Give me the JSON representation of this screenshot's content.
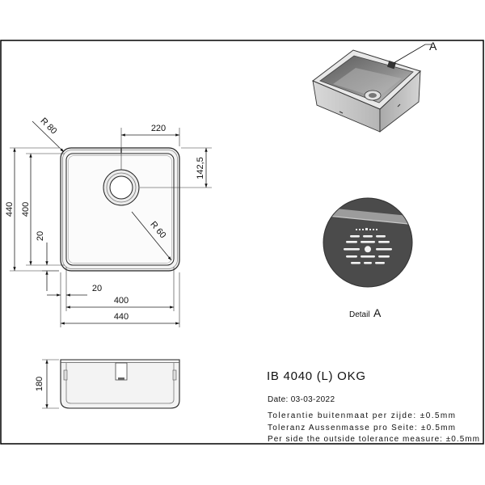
{
  "title": "IB 4040 (L) OKG",
  "date": "Date: 03-03-2022",
  "tolerances": [
    "Tolerantie buitenmaat per zijde: ±0.5mm",
    "Toleranz Aussenmasse pro Seite: ±0.5mm",
    "Per side the outside tolerance measure: ±0.5mm"
  ],
  "top_view": {
    "drain_offset_x": "220",
    "drain_offset_y": "142,5",
    "outer_radius": "R 80",
    "inner_radius": "R 60",
    "outer_length": "440",
    "inner_length": "400",
    "rim_left": "20",
    "rim_bottom": "20",
    "inner_width": "400",
    "outer_width": "440"
  },
  "side_view": {
    "depth": "180"
  },
  "iso_view": {
    "detail_marker": "A"
  },
  "detail": {
    "label": "Detail",
    "letter": "A"
  },
  "colors": {
    "line": "#222222",
    "steel_light": "#e6e6e6",
    "steel_dark": "#4a4a4a"
  }
}
